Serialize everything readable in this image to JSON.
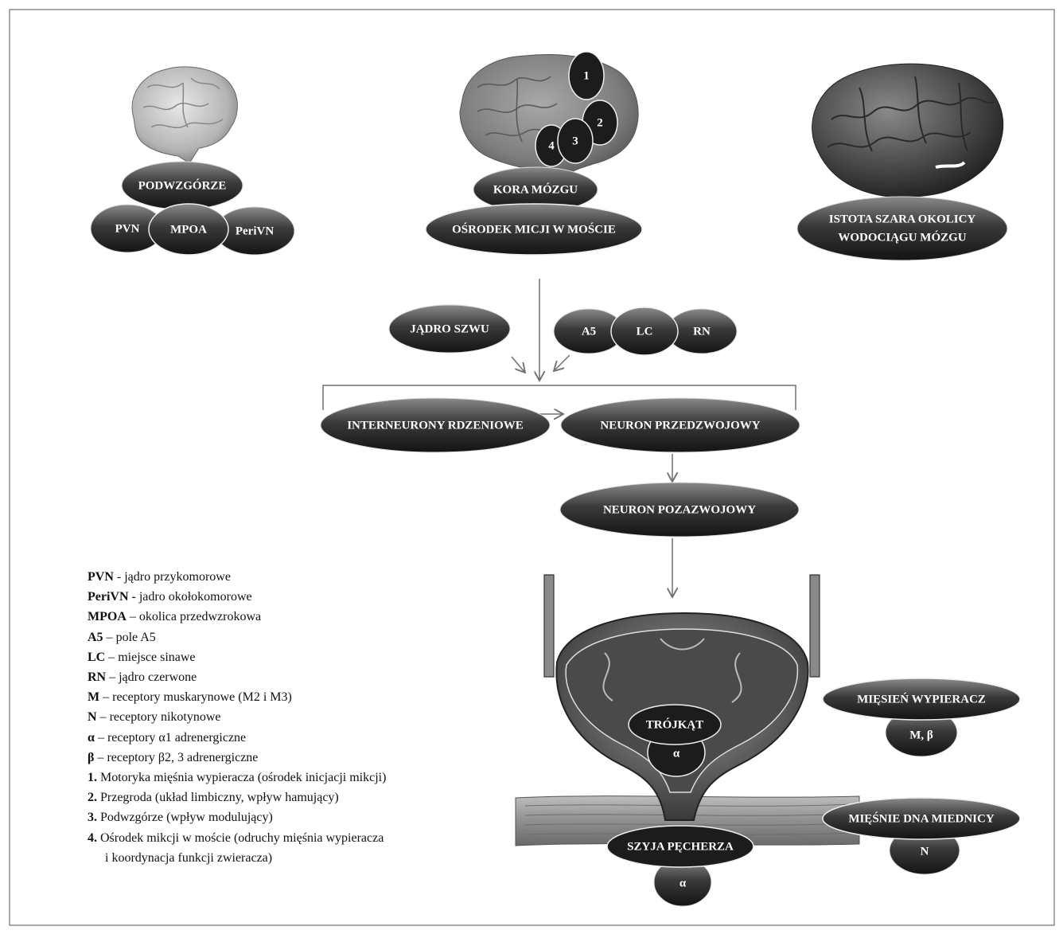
{
  "brains": {
    "left_nodes": {
      "top": "PODWZGÓRZE",
      "a": "PVN",
      "b": "MPOA",
      "c": "PeriVN"
    },
    "center_nodes": {
      "top": "KORA MÓZGU",
      "bottom": "OŚRODEK MICJI W MOŚCIE",
      "markers": [
        "1",
        "2",
        "3",
        "4"
      ]
    },
    "right_nodes": {
      "line1": "ISTOTA SZARA OKOLICY",
      "line2": "WODOCIĄGU MÓZGU"
    }
  },
  "brainstem": {
    "raphe": "JĄDRO SZWU",
    "a5": "A5",
    "lc": "LC",
    "rn": "RN"
  },
  "spinal": {
    "interneurons": "INTERNEURONY RDZENIOWE",
    "preganglionic": "NEURON PRZEDZWOJOWY",
    "postganglionic": "NEURON POZAZWOJOWY"
  },
  "bladder": {
    "trigone": "TRÓJKĄT",
    "trigone_receptor": "α",
    "neck": "SZYJA PĘCHERZA",
    "neck_receptor": "α",
    "detrusor": "MIĘSIEŃ WYPIERACZ",
    "detrusor_receptors": "M, β",
    "pelvic_floor": "MIĘŚNIE DNA MIEDNICY",
    "pelvic_receptor": "N"
  },
  "legend": [
    {
      "key": "PVN",
      "sep": " - ",
      "text": "jądro przykomorowe"
    },
    {
      "key": "PeriVN",
      "sep": " - ",
      "text": "jadro okołokomorowe"
    },
    {
      "key": "MPOA",
      "sep": " – ",
      "text": "okolica przedwzrokowa"
    },
    {
      "key": "A5",
      "sep": " – ",
      "text": "pole A5"
    },
    {
      "key": "LC",
      "sep": " – ",
      "text": "miejsce sinawe"
    },
    {
      "key": "RN",
      "sep": " – ",
      "text": "jądro czerwone"
    },
    {
      "key": "M",
      "sep": " – ",
      "text": "receptory muskarynowe (M2 i M3)"
    },
    {
      "key": "N",
      "sep": " – ",
      "text": "receptory nikotynowe"
    },
    {
      "key": "α",
      "sep": " – ",
      "text": "receptory α1 adrenergiczne"
    },
    {
      "key": "β",
      "sep": " – ",
      "text": "receptory β2, 3 adrenergiczne"
    },
    {
      "key": "1.",
      "sep": " ",
      "text": "Motoryka mięśnia wypieracza (ośrodek inicjacji mikcji)"
    },
    {
      "key": "2.",
      "sep": " ",
      "text": "Przegroda (układ limbiczny, wpływ hamujący)"
    },
    {
      "key": "3.",
      "sep": " ",
      "text": "Podwzgórze (wpływ modulujący)"
    },
    {
      "key": "4.",
      "sep": " ",
      "text": "Ośrodek mikcji w moście (odruchy mięśnia wypieracza"
    },
    {
      "key": "",
      "sep": "",
      "text": "i koordynacja funkcji zwieracza)"
    }
  ],
  "colors": {
    "node_dark": "#1e1e1e",
    "node_light": "#8a8a8a",
    "arrow": "#707070",
    "frame": "#555555"
  }
}
